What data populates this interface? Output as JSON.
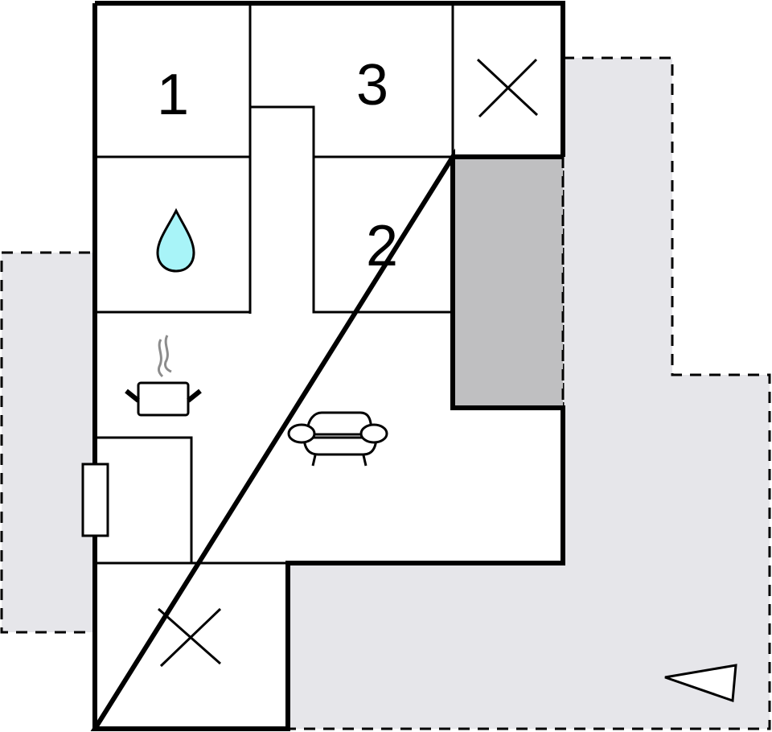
{
  "floorplan": {
    "colors": {
      "outdoor_fill": "#e6e6ea",
      "storage_fill": "#bfbfc1",
      "wall": "#000000",
      "water_drop": "#a8f4f8",
      "steam": "#8c8c8c",
      "background": "#ffffff"
    },
    "rooms": [
      {
        "id": "bedroom-1",
        "label": "1"
      },
      {
        "id": "bedroom-3",
        "label": "3"
      },
      {
        "id": "bedroom-2",
        "label": "2"
      }
    ],
    "icons": [
      {
        "name": "x-mark-icon",
        "meaning": "unused / void area",
        "location": "top-right room"
      },
      {
        "name": "x-mark-icon",
        "meaning": "unused / void area",
        "location": "bottom-left room"
      },
      {
        "name": "water-drop-icon",
        "meaning": "bathroom"
      },
      {
        "name": "cooking-pot-icon",
        "meaning": "kitchen"
      },
      {
        "name": "sofa-icon",
        "meaning": "living room"
      },
      {
        "name": "door-icon",
        "meaning": "entrance on left wall"
      },
      {
        "name": "direction-triangle-icon",
        "meaning": "compass / orientation marker"
      }
    ],
    "areas": [
      {
        "name": "terrace-left",
        "style": "dashed outline, light gray"
      },
      {
        "name": "terrace-right",
        "style": "dashed outline, light gray"
      },
      {
        "name": "storage",
        "style": "solid dark gray"
      }
    ]
  }
}
